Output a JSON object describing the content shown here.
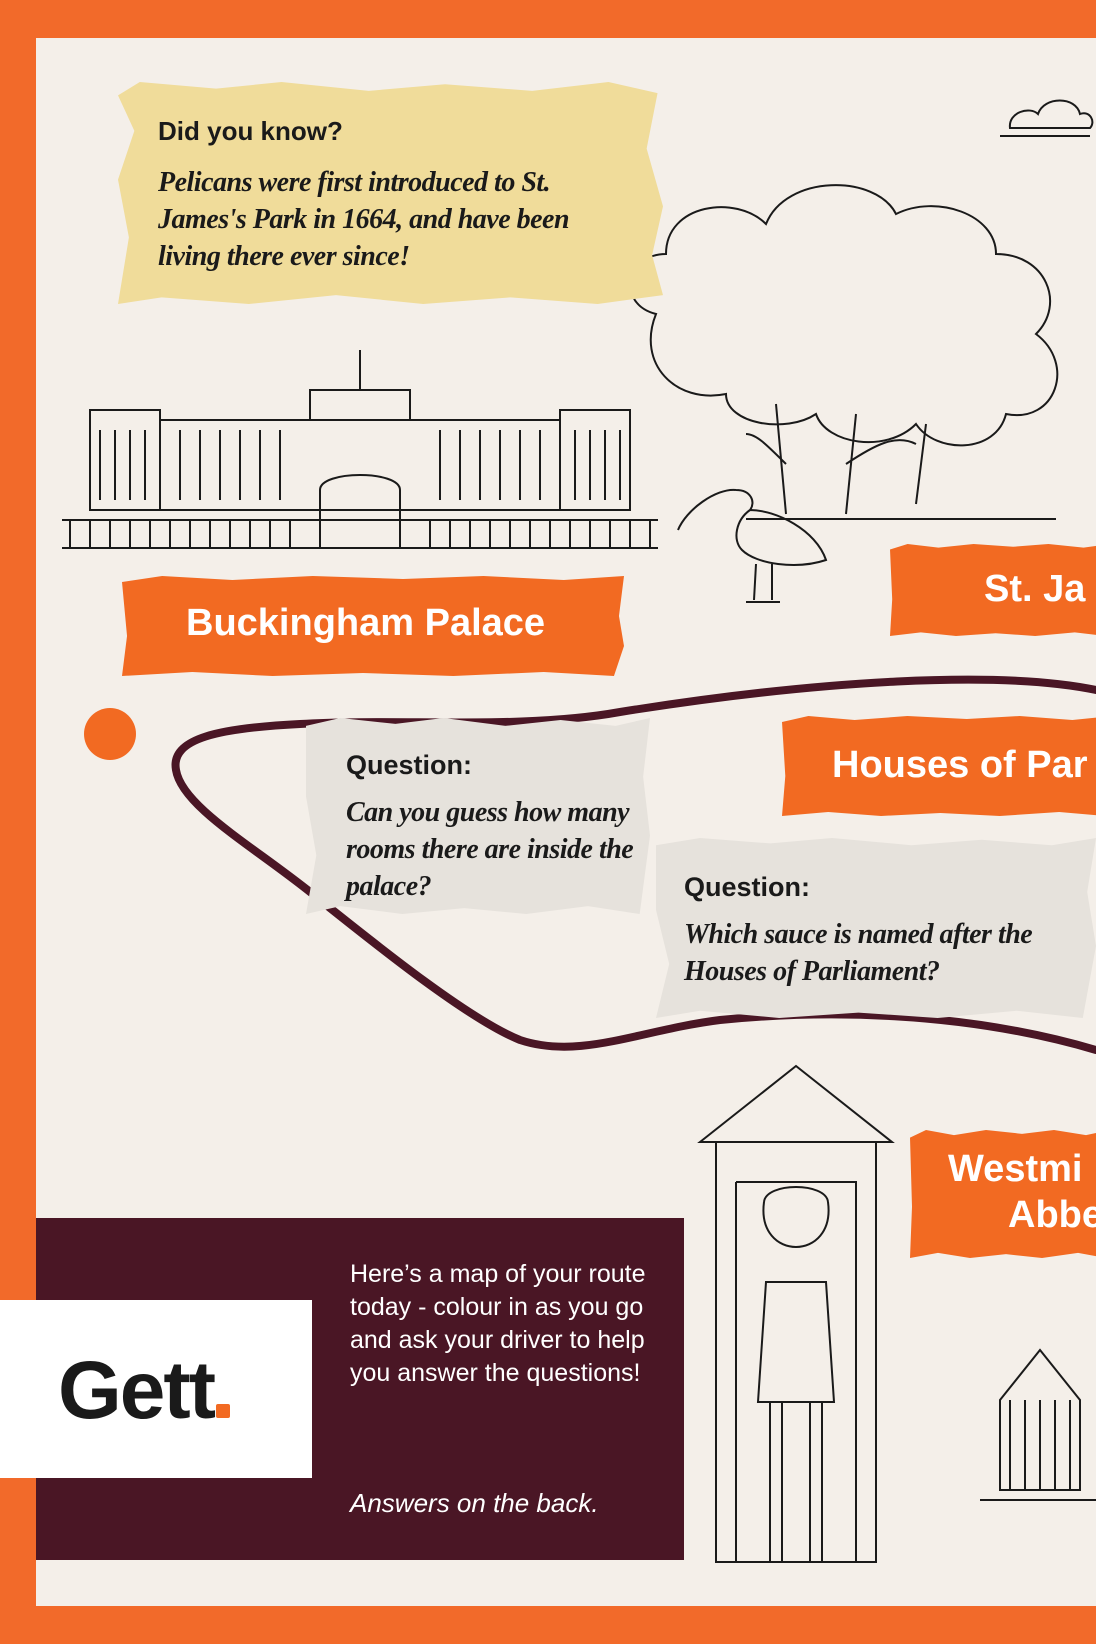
{
  "did_you_know": {
    "title": "Did you know?",
    "text": "Pelicans were first introduced to St. James's Park in 1664, and have been living there ever since!"
  },
  "landmarks": {
    "buckingham": "Buckingham Palace",
    "st_james": "St. Ja",
    "parliament": "Houses of Par",
    "westminster_line1": "Westmi",
    "westminster_line2": "Abbe"
  },
  "question_palace": {
    "label": "Question:",
    "text": "Can you guess how many rooms there are inside the palace?"
  },
  "question_parliament": {
    "label": "Question:",
    "text": "Which sauce is named after the Houses of Parliament?"
  },
  "info": {
    "text": "Here’s a map of your route today - colour in as you go and ask your driver to help you answer the questions!",
    "answers": "Answers on the back."
  },
  "brand": {
    "name": "Gett",
    "colors": {
      "border": "#f26a2a",
      "accent": "#f26a22",
      "maroon": "#4a1625",
      "route": "#4a1625",
      "paper": "#f4efe9",
      "yellow_note": "#f0dc9a",
      "grey_note": "#e6e2dc"
    }
  }
}
